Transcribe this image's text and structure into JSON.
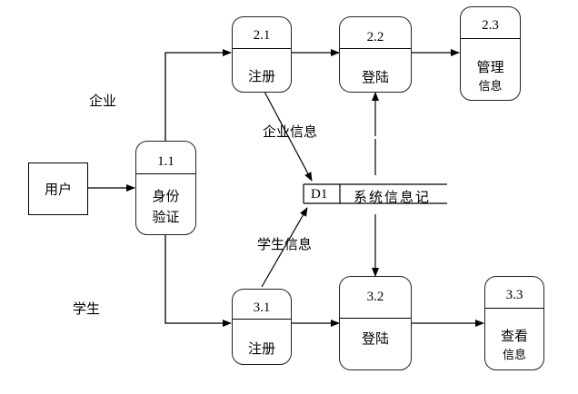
{
  "diagram": {
    "type": "data-flow-diagram",
    "external_entities": [
      {
        "id": "user",
        "label": "用户"
      }
    ],
    "processes": [
      {
        "id": "p11",
        "number": "1.1",
        "name": "身份",
        "name_line2": "验证"
      },
      {
        "id": "p21",
        "number": "2.1",
        "name": "注册",
        "name_line2": ""
      },
      {
        "id": "p22",
        "number": "2.2",
        "name": "登陆",
        "name_line2": ""
      },
      {
        "id": "p23",
        "number": "2.3",
        "name": "管理",
        "name_line2": "信息"
      },
      {
        "id": "p31",
        "number": "3.1",
        "name": "注册",
        "name_line2": ""
      },
      {
        "id": "p32",
        "number": "3.2",
        "name": "登陆",
        "name_line2": ""
      },
      {
        "id": "p33",
        "number": "3.3",
        "name": "查看",
        "name_line2": "信息"
      }
    ],
    "data_stores": [
      {
        "id": "d1",
        "code": "D1",
        "name": "系统信息记"
      }
    ],
    "flow_labels": {
      "enterprise": "企业",
      "student": "学生",
      "enterprise_info": "企业信息",
      "student_info": "学生信息"
    },
    "flows": [
      {
        "from": "user",
        "to": "p11",
        "label": ""
      },
      {
        "from": "p11",
        "to": "p21",
        "label": "企业"
      },
      {
        "from": "p11",
        "to": "p31",
        "label": "学生"
      },
      {
        "from": "p21",
        "to": "p22",
        "label": ""
      },
      {
        "from": "p22",
        "to": "p23",
        "label": ""
      },
      {
        "from": "p21",
        "to": "d1",
        "label": "企业信息"
      },
      {
        "from": "p31",
        "to": "d1",
        "label": "学生信息"
      },
      {
        "from": "d1",
        "to": "p22",
        "label": ""
      },
      {
        "from": "d1",
        "to": "p32",
        "label": ""
      },
      {
        "from": "p31",
        "to": "p32",
        "label": ""
      },
      {
        "from": "p32",
        "to": "p33",
        "label": ""
      }
    ]
  }
}
